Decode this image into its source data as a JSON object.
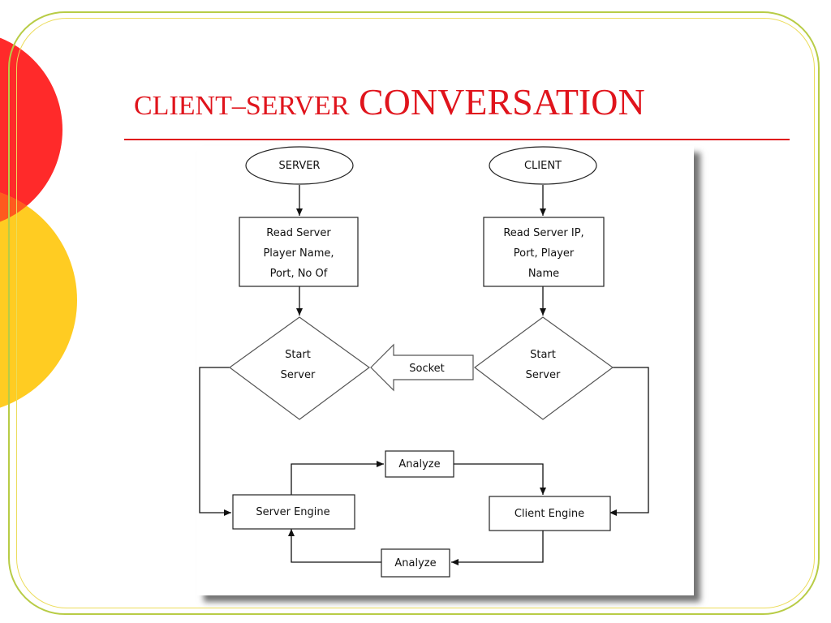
{
  "title": {
    "part1": "CLIENT–SERVER",
    "part2": "CONVERSATION"
  },
  "colors": {
    "title": "#e0141c",
    "frame_outer": "#b8cc46",
    "frame_inner": "#ecdc5a",
    "circle_red": "#ff2a2a",
    "circle_yellow": "#ffcc22",
    "overlap_orange": "#ff5a1e"
  },
  "diagram": {
    "server_terminal": "SERVER",
    "client_terminal": "CLIENT",
    "server_read": [
      "Read Server",
      "Player Name,",
      "Port, No Of"
    ],
    "client_read": [
      "Read Server IP,",
      "Port, Player",
      "Name"
    ],
    "server_start": [
      "Start",
      "Server"
    ],
    "client_start": [
      "Start",
      "Server"
    ],
    "socket": "Socket",
    "analyze_top": "Analyze",
    "analyze_bottom": "Analyze",
    "server_engine": "Server Engine",
    "client_engine": "Client Engine"
  }
}
